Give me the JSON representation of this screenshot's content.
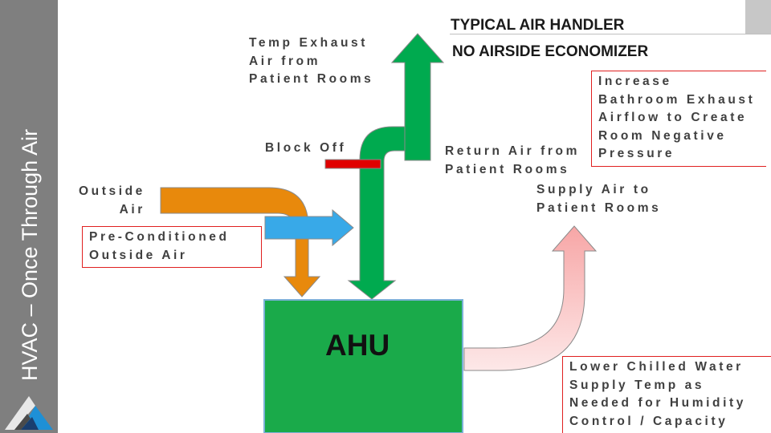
{
  "sidebar": {
    "title": "HVAC – Once Through Air",
    "logo_icon": "triangle-logo-icon"
  },
  "header": {
    "title_line1": "TYPICAL AIR HANDLER",
    "title_line2": "NO AIRSIDE ECONOMIZER"
  },
  "labels": {
    "temp_exhaust": "Temp Exhaust\nAir from\nPatient Rooms",
    "block_off": "Block Off",
    "outside_air": "Outside\nAir",
    "preconditioned": "Pre-Conditioned\nOutside Air",
    "return_air": "Return Air from\nPatient Rooms",
    "increase_exhaust": "Increase\nBathroom Exhaust\nAirflow to Create\nRoom Negative\nPressure",
    "supply_air": "Supply Air to\nPatient Rooms",
    "lower_chilled": "Lower Chilled Water\nSupply Temp as\nNeeded for Humidity\nControl / Capacity",
    "ahu": "AHU"
  },
  "colors": {
    "sidebar": "#7f7f7f",
    "green": "#00aa4f",
    "ahu_box": "#1aaa4a",
    "orange": "#e8890c",
    "blue": "#38a9e8",
    "red_damper": "#e00000",
    "supply_pink": "#f7a6a6",
    "border_red": "#e02020"
  }
}
